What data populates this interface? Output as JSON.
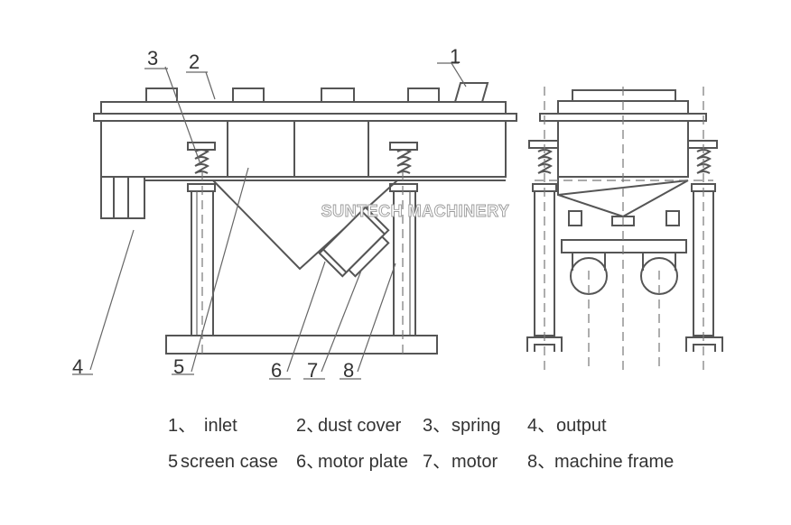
{
  "watermark": "SUNTECH MACHINERY",
  "callouts": [
    "1",
    "2",
    "3",
    "4",
    "5",
    "6",
    "7",
    "8"
  ],
  "legend": [
    {
      "num": "1、",
      "label": "inlet"
    },
    {
      "num": "2、",
      "label": "dust cover"
    },
    {
      "num": "3、",
      "label": "spring"
    },
    {
      "num": "4、",
      "label": "output"
    },
    {
      "num": "5",
      "label": "screen case"
    },
    {
      "num": "6、",
      "label": "motor plate"
    },
    {
      "num": "7、",
      "label": "motor"
    },
    {
      "num": "8、",
      "label": "machine frame"
    }
  ]
}
